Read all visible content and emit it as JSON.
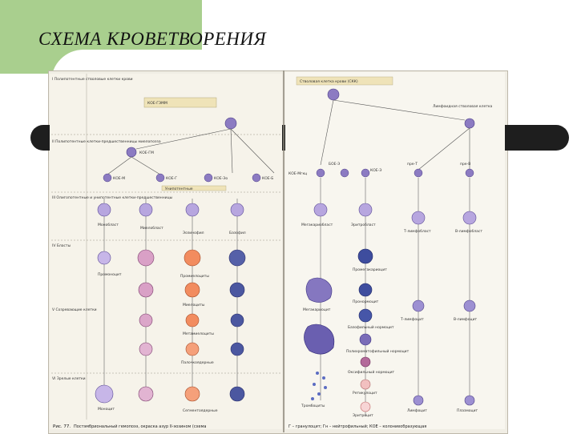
{
  "slide": {
    "title": "СХЕМА КРОВЕТВОРЕНИЯ"
  },
  "scan": {
    "left_page": {
      "classes": [
        "I Полипотентные стволовые клетки крови",
        "II Полипотентные клетки-предшественницы миелопоэза",
        "III Олигопотентные и унипотентные клетки-предшественницы",
        "IV Бласты",
        "V Созревающие клетки",
        "VI Зрелые клетки"
      ],
      "units": [
        "КОЕ-ГЭММ",
        "КОЕ-ГМ",
        "КОЕ-М",
        "КОЕ-Г",
        "КОЕ-Эо",
        "КОЕ-Б"
      ],
      "labels": {
        "unipotent": "Унипотентные",
        "monoblast": "Монобласт",
        "myeloblast": "Миелобласт",
        "eosinophil": "Эозинофил",
        "basophil": "Базофил",
        "promonocyte": "Промоноцит",
        "promyelocytes": "Промиелоциты",
        "myelocytes": "Миелоциты",
        "metamyelocytes": "Метамиелоциты",
        "band_cells": "Палочкоядерные",
        "monocyte": "Моноцит",
        "segmented": "Сегментоядерные"
      },
      "caption_number": "Рис. 77.",
      "caption_text": "Постэмбриональный гемопоэз, окраска азур II-эозином (схема"
    },
    "right_page": {
      "header_top": "Стволовая клетка крови (СКК)",
      "units": [
        "КОЕ-Мгкц",
        "БОЕ-Э",
        "КОЕ-Э"
      ],
      "labels": {
        "lymphoid": "Лимфоидная стволовая клетка",
        "t_pre": "пре-Т",
        "b_pre": "пре-В",
        "megakaryoblast": "Мегакариобласт",
        "erythroblast": "Эритробласт",
        "t_lymphoblast": "Т-лимфобласт",
        "b_lymphoblast": "В-лимфобласт",
        "promegakaryocyte": "Промегакариоцит",
        "pronormocyte": "Пронормоцит",
        "megakaryocyte": "Мегакариоцит",
        "basophilic_normocyte": "Базофильный нормоцит",
        "t_lymphocyte": "Т-лимфоцит",
        "b_lymphocyte": "В-лимфоцит",
        "polychromatophilic": "Полихроматофильный нормоцит",
        "oxyphilic": "Оксифильный нормоцит",
        "reticulocyte": "Ретикулоцит",
        "platelets": "Тромбоциты",
        "erythrocyte": "Эритроцит",
        "lymphocyte": "Лимфоцит",
        "plasmocyte": "Плазмоцит"
      },
      "caption_text": "Г – гранулоцит; Гн – нейтрофильный; КОЕ – колониеобразующая"
    }
  }
}
